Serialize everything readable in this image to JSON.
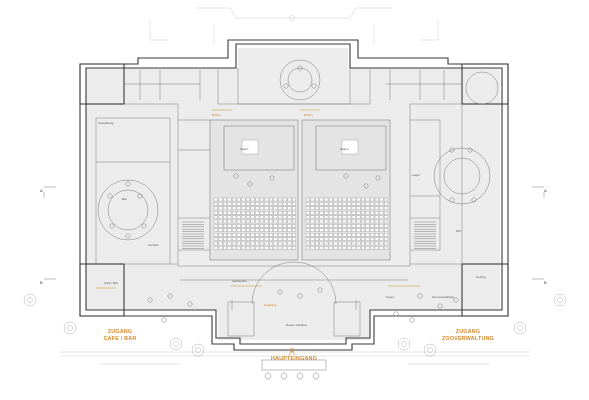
{
  "colors": {
    "accent": "#d7892c",
    "walls": "#3a3a3a",
    "floor": "#ececec"
  },
  "entrances": {
    "main": "HAUPTEINGANG",
    "left_line1": "ZUGANG",
    "left_line2": "CAFE / BAR",
    "right_line1": "ZUGANG",
    "right_line2": "ZOOVERWALTUNG"
  },
  "rooms": {
    "foyer": "Foyer",
    "empfang": "Empfang",
    "neues_vestibuel": "Neues Vestibül",
    "zoo_ausstellung": "Zoo Ausstellung",
    "aufzug_toiletten": "Aufzug",
    "garderobe": "Garderobe",
    "cafe": "Cafe / Bar",
    "saal_1": "Saal 1",
    "saal_2": "Saal 2",
    "buehne_1": "Bühne",
    "buehne_2": "Bühne",
    "bar": "Bar",
    "verwaltung": "Verwaltung",
    "lager": "Lager",
    "technik": "Technik",
    "sanitaer": "WC"
  },
  "axes": {
    "left": "A",
    "right": "A",
    "bottom": "B"
  }
}
